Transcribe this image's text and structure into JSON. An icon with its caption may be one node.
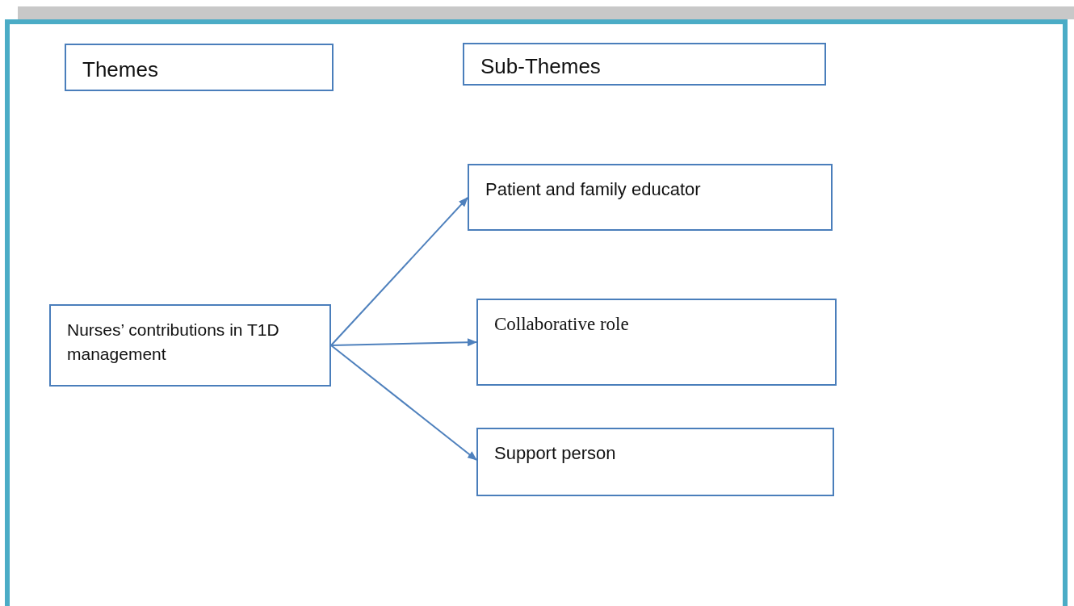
{
  "diagram": {
    "nodes": [
      {
        "text": [
          "Themes"
        ]
      },
      {
        "text": [
          "Sub-Themes"
        ]
      },
      {
        "text": [
          "Nurses’ contributions in T1D management"
        ]
      },
      {
        "text": [
          "Patient and family educator"
        ]
      },
      {
        "text": [
          "Collaborative role"
        ]
      },
      {
        "text": [
          "Support person"
        ]
      }
    ],
    "edges": [
      {
        "from": 2,
        "to": 3,
        "arrow": "to"
      },
      {
        "from": 2,
        "to": 4,
        "arrow": "to"
      },
      {
        "from": 2,
        "to": 5,
        "arrow": "to"
      }
    ]
  }
}
